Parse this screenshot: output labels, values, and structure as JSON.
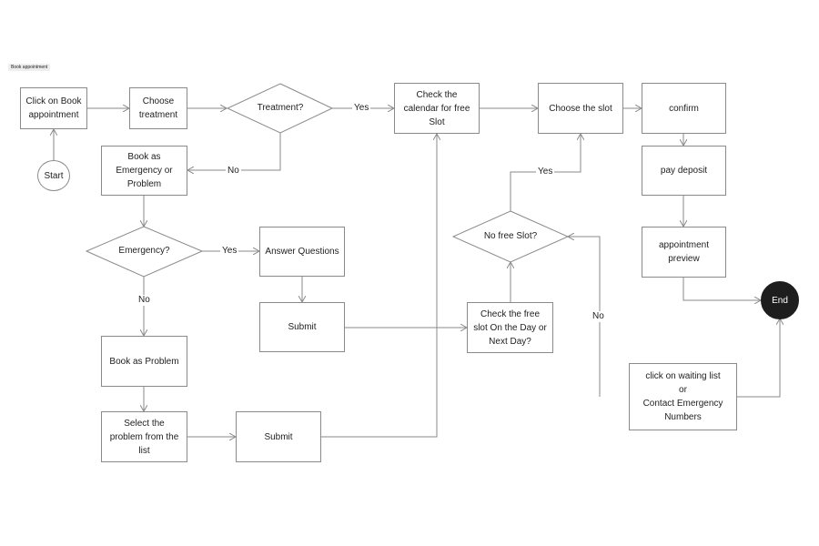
{
  "tag": "Book appointment",
  "nodes": {
    "click_book": "Click on Book\nappointment",
    "choose_treatment": "Choose\ntreatment",
    "treatment_q": "Treatment?",
    "check_calendar": "Check the\ncalendar for free\nSlot",
    "choose_slot": "Choose the slot",
    "confirm": "confirm",
    "start": "Start",
    "book_emergency": "Book as\nEmergency or\nProblem",
    "pay_deposit": "pay deposit",
    "emergency_q": "Emergency?",
    "answer_questions": "Answer Questions",
    "no_free_slot_q": "No free Slot?",
    "appointment_preview": "appointment\npreview",
    "end": "End",
    "submit1": "Submit",
    "check_free_slot": "Check the free\nslot On the Day or\nNext Day?",
    "book_problem": "Book as Problem",
    "waiting_list": "click on waiting list\nor\nContact Emergency\nNumbers",
    "select_problem": "Select the\nproblem from the\nlist",
    "submit2": "Submit"
  },
  "edge_labels": {
    "treatment_yes": "Yes",
    "treatment_no": "No",
    "emergency_yes": "Yes",
    "emergency_no": "No",
    "slot_yes": "Yes",
    "slot_no": "No"
  },
  "colors": {
    "stroke": "#8a8a8a",
    "end_fill": "#1e1e1e"
  }
}
